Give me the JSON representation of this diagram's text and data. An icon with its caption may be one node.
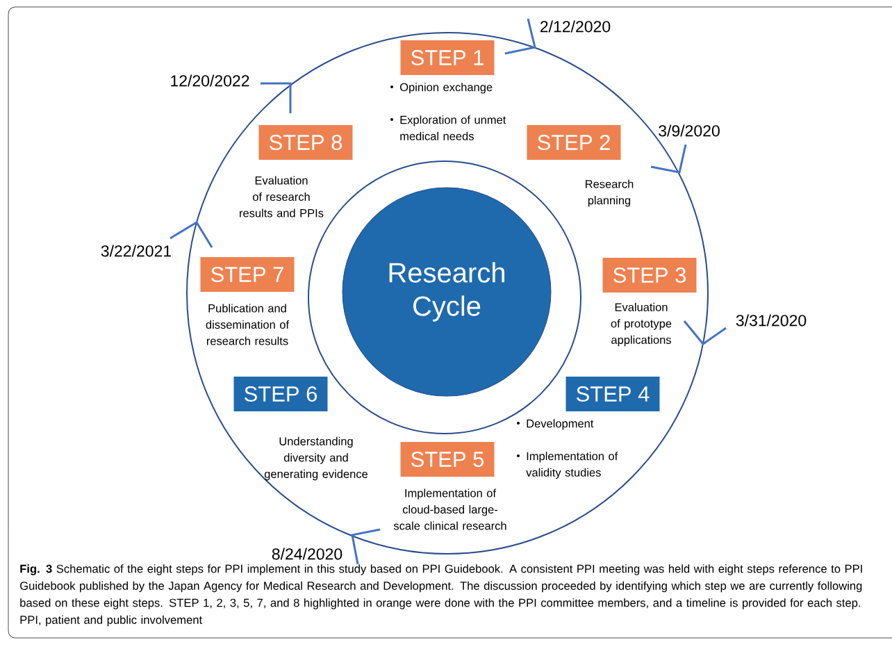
{
  "diagram": {
    "caption": "**Fig. 3** Schematic of the eight steps for PPI implement in this study based on PPI Guidebook. A consistent PPI meeting was held with eight steps reference to PPI Guidebook published by the Japan Agency for Medical Research and Development. The discussion proceeded by identifying which step we are currently following based on these eight steps. STEP 1, 2, 3, 5, 7, and 8 highlighted in orange were done with the PPI committee members, and a timeline is provided for each step. PPI, patient and public involvement",
    "nodes": [
      {
        "text": [
          "Research Cycle"
        ]
      },
      {
        "text": [
          "STEP 1"
        ],
        "beside": [
          "Opinion exchange",
          "Exploration of unmet medical needs"
        ]
      },
      {
        "text": [
          "STEP 2"
        ],
        "beside": [
          "Research planning"
        ]
      },
      {
        "text": [
          "STEP 3"
        ],
        "beside": [
          "Evaluation of prototype applications"
        ]
      },
      {
        "text": [
          "STEP 4"
        ],
        "beside": [
          "Development",
          "Implementation of validity studies"
        ]
      },
      {
        "text": [
          "STEP 5"
        ],
        "beside": [
          "Implementation of cloud-based large-scale clinical research"
        ]
      },
      {
        "text": [
          "STEP 6"
        ],
        "beside": [
          "Understanding diversity and generating evidence"
        ]
      },
      {
        "text": [
          "STEP 7"
        ],
        "beside": [
          "Publication and dissemination of research results"
        ]
      },
      {
        "text": [
          "STEP 8"
        ],
        "beside": [
          "Evaluation of research results and PPIs"
        ]
      }
    ],
    "labels": [
      "2/12/2020",
      "12/20/2022",
      "3/9/2020",
      "3/22/2021",
      "3/31/2020",
      "8/24/2020"
    ]
  }
}
